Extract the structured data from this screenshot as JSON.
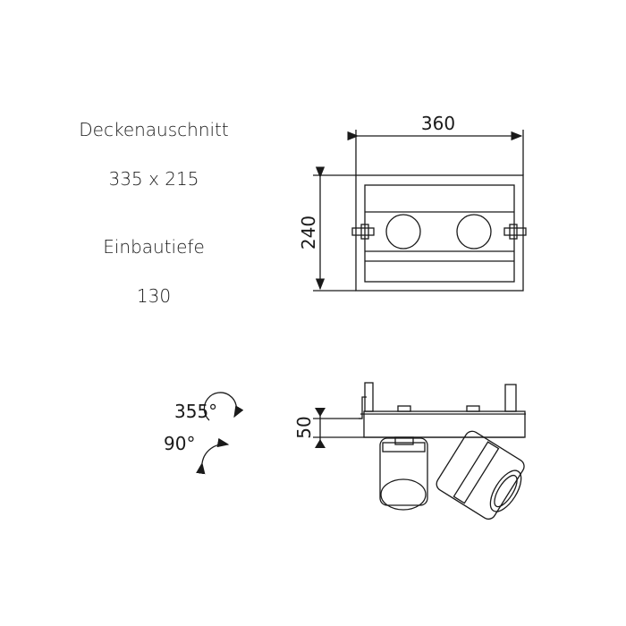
{
  "cutout_label": "Deckenauschnitt",
  "cutout_value": "335 x 215",
  "depth_label": "Einbautiefe",
  "depth_value": "130",
  "dim_width": "360",
  "dim_height": "240",
  "dim_depth": "50",
  "rotation_horizontal": "355°",
  "rotation_tilt": "90°"
}
